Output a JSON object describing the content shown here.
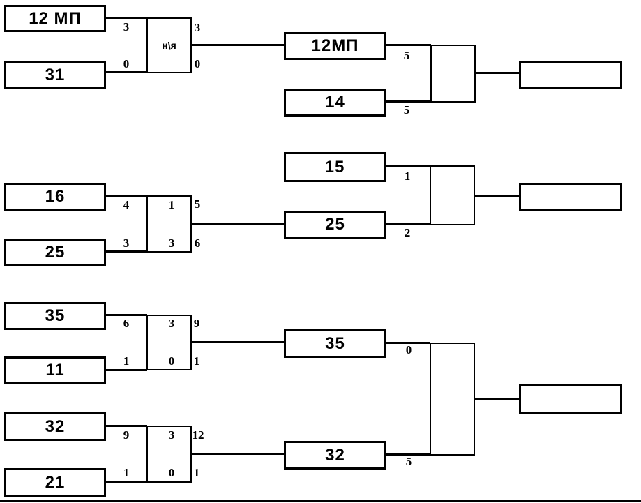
{
  "bracket": {
    "upper": {
      "round1": {
        "top_team": "12 МП",
        "bottom_team": "31",
        "left_top": "3",
        "left_bottom": "0",
        "mid_label": "н\\я",
        "right_top": "3",
        "right_bottom": "0"
      },
      "round2": {
        "top_team": "12МП",
        "bottom_team": "14",
        "top_score": "5",
        "bottom_score": "5"
      },
      "final_label": ""
    },
    "middle": {
      "round1": {
        "top_team": "16",
        "bottom_team": "25",
        "left_top": "4",
        "left_bottom": "3",
        "mid_top": "1",
        "mid_bottom": "3",
        "right_top": "5",
        "right_bottom": "6"
      },
      "round2": {
        "top_team": "15",
        "bottom_team": "25",
        "top_score": "1",
        "bottom_score": "2"
      },
      "final_label": ""
    },
    "lower": {
      "round1a": {
        "top_team": "35",
        "bottom_team": "11",
        "left_top": "6",
        "left_bottom": "1",
        "mid_top": "3",
        "mid_bottom": "0",
        "right_top": "9",
        "right_bottom": "1"
      },
      "round1b": {
        "top_team": "32",
        "bottom_team": "21",
        "left_top": "9",
        "left_bottom": "1",
        "mid_top": "3",
        "mid_bottom": "0",
        "right_top": "12",
        "right_bottom": "1"
      },
      "round2": {
        "top_team": "35",
        "bottom_team": "32",
        "top_score": "0",
        "bottom_score": "5"
      },
      "final_label": ""
    },
    "colors": {
      "line": "#000000",
      "background": "#ffffff"
    }
  }
}
